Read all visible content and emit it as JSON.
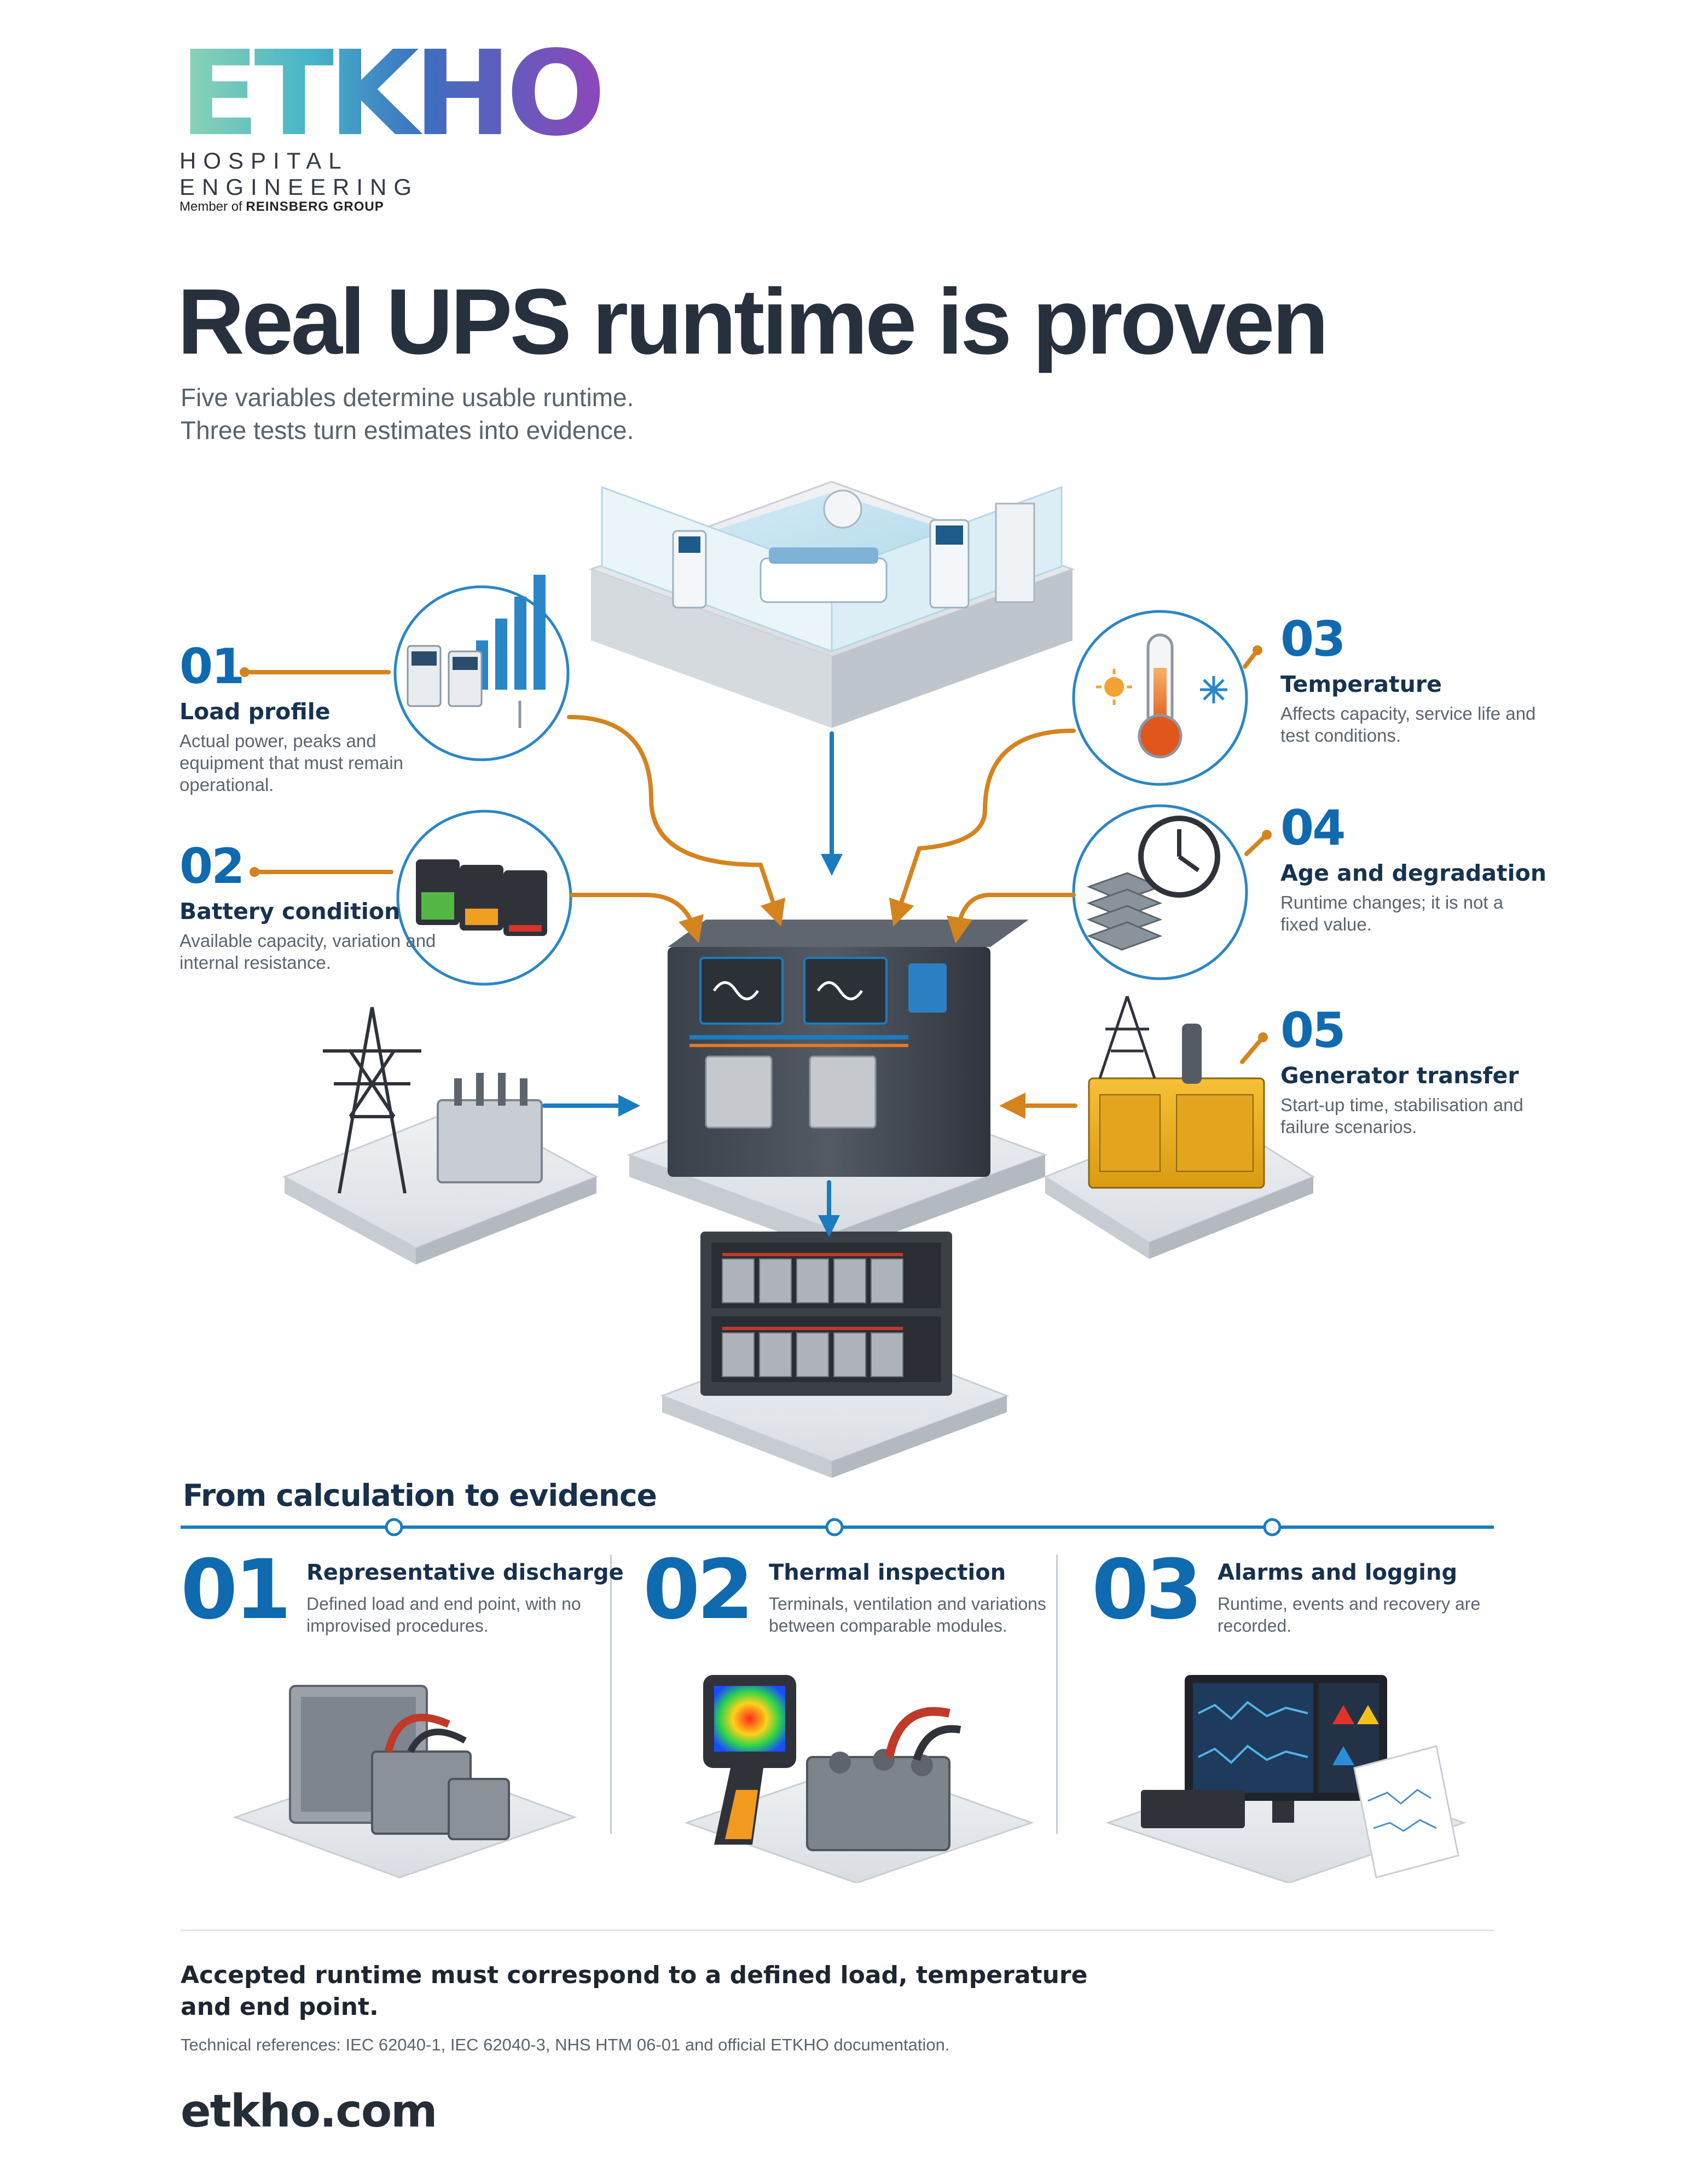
{
  "brand": {
    "logo_word": "ETKHO",
    "logo_sub": "HOSPITAL ENGINEERING",
    "member_prefix": "Member of",
    "member_group": "REINSBERG GROUP",
    "colors": [
      "#8fd4b4",
      "#45b3c9",
      "#3d6fc0",
      "#8d47b9"
    ]
  },
  "header": {
    "title": "Real UPS runtime is proven",
    "subtitle_line1": "Five variables determine usable runtime.",
    "subtitle_line2": "Three tests turn estimates into evidence."
  },
  "colors": {
    "accent_blue": "#0f6ab0",
    "connector_orange": "#d4841f",
    "flow_blue": "#1a7cc0",
    "dark_text": "#17304c"
  },
  "variables": [
    {
      "num": "01",
      "title": "Load profile",
      "desc": "Actual power, peaks and equipment that must remain operational.",
      "icon": "medical-equipment-icon"
    },
    {
      "num": "02",
      "title": "Battery condition",
      "desc": "Available capacity, variation and internal resistance.",
      "icon": "battery-cells-icon"
    },
    {
      "num": "03",
      "title": "Temperature",
      "desc": "Affects capacity, service life and test conditions.",
      "icon": "thermometer-icon"
    },
    {
      "num": "04",
      "title": "Age and degradation",
      "desc": "Runtime changes; it is not a fixed value.",
      "icon": "clock-battery-stack-icon"
    },
    {
      "num": "05",
      "title": "Generator transfer",
      "desc": "Start-up time, stabilisation and failure scenarios.",
      "icon": "generator-icon"
    }
  ],
  "diagram_nodes": [
    "hospital-room-icon",
    "ups-cabinet-icon",
    "battery-rack-icon",
    "power-grid-transformer-icon",
    "generator-icon"
  ],
  "evidence": {
    "heading": "From calculation to evidence",
    "steps": [
      {
        "num": "01",
        "title": "Representative discharge",
        "desc": "Defined load and end point, with no improvised procedures.",
        "icon": "load-bank-battery-icon"
      },
      {
        "num": "02",
        "title": "Thermal inspection",
        "desc": "Terminals, ventilation and variations between comparable modules.",
        "icon": "thermal-camera-icon"
      },
      {
        "num": "03",
        "title": "Alarms and logging",
        "desc": "Runtime, events and recovery are recorded.",
        "icon": "monitoring-screen-icon"
      }
    ]
  },
  "footer": {
    "statement": "Accepted runtime must correspond to a defined load, temperature and end point.",
    "references": "Technical references: IEC 62040-1, IEC 62040-3, NHS HTM 06-01 and official ETKHO documentation.",
    "website": "etkho.com"
  }
}
